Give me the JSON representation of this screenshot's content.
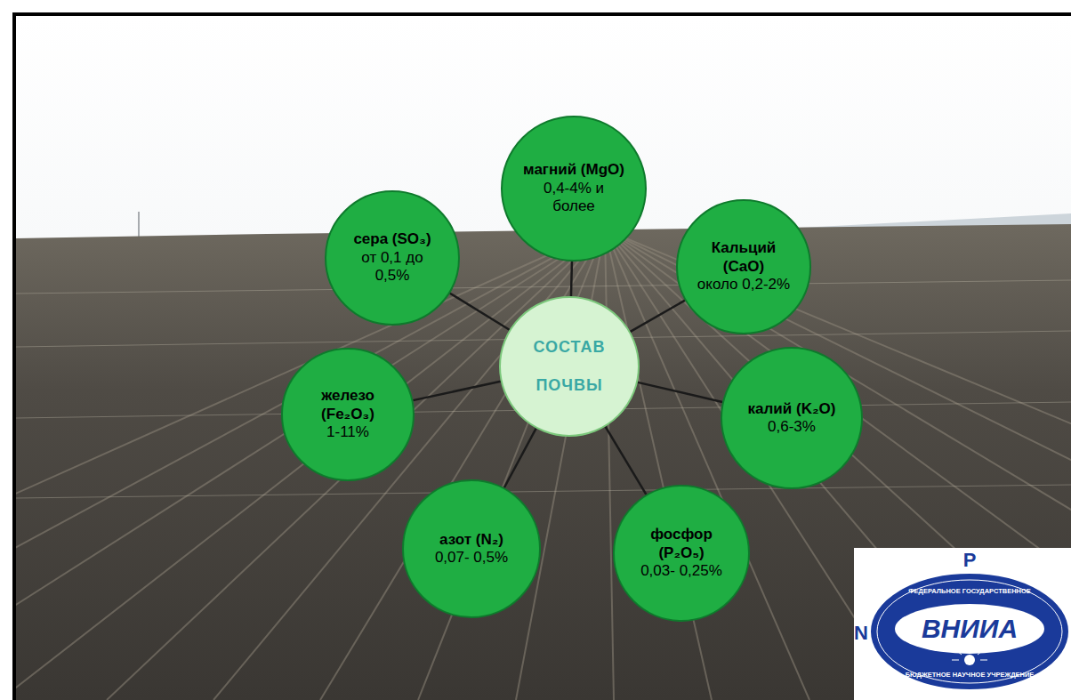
{
  "diagram": {
    "nodes": [
      {
        "text": [
          "СОСТАВ ПОЧВЫ"
        ]
      },
      {
        "text": [
          "магний (MgO)",
          "0,4-4% и более"
        ]
      },
      {
        "text": [
          "Кальций (CaO)",
          "около 0,2-2%"
        ]
      },
      {
        "text": [
          "калий (K₂O)",
          "0,6-3%"
        ]
      },
      {
        "text": [
          "фосфор (P₂O₅)",
          "0,03- 0,25%"
        ]
      },
      {
        "text": [
          "азот (N₂)",
          "0,07- 0,5%"
        ]
      },
      {
        "text": [
          "железо (Fe₂O₃)",
          "1-11%"
        ]
      },
      {
        "text": [
          "сера (SO₃)",
          "от 0,1 до 0,5%"
        ]
      }
    ],
    "edges": [
      {
        "from": 0,
        "to": 1,
        "arrow": "none"
      },
      {
        "from": 0,
        "to": 2,
        "arrow": "none"
      },
      {
        "from": 0,
        "to": 3,
        "arrow": "none"
      },
      {
        "from": 0,
        "to": 4,
        "arrow": "none"
      },
      {
        "from": 0,
        "to": 5,
        "arrow": "none"
      },
      {
        "from": 0,
        "to": 6,
        "arrow": "none"
      },
      {
        "from": 0,
        "to": 7,
        "arrow": "none"
      }
    ],
    "labels": [
      "P",
      "N",
      "ВНИИА",
      "ФЕДЕРАЛЬНОЕ ГОСУДАРСТВЕННОЕ",
      "БЮДЖЕТНОЕ НАУЧНОЕ УЧРЕЖДЕНИЕ"
    ]
  }
}
